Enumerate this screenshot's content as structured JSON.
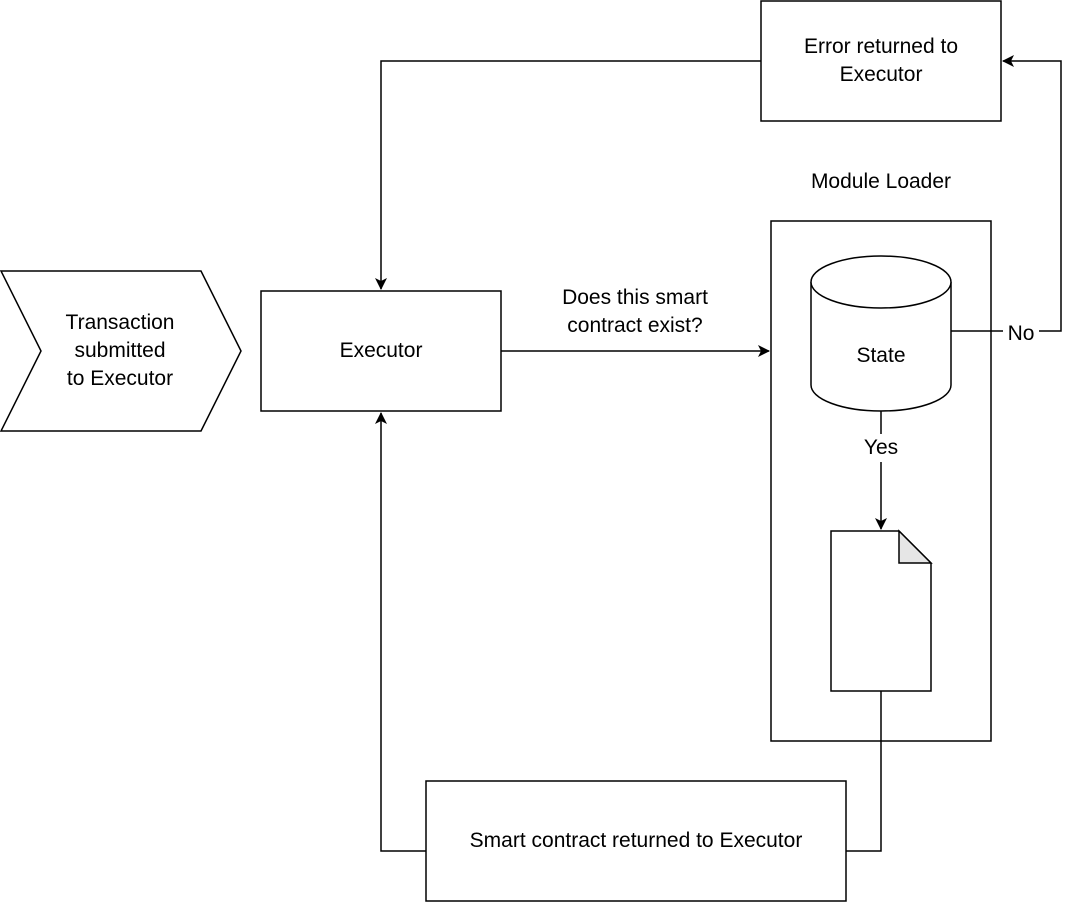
{
  "diagram": {
    "transaction": "Transaction\nsubmitted\nto Executor",
    "executor": "Executor",
    "question": "Does this smart\ncontract exist?",
    "module_loader": "Module Loader",
    "state": "State",
    "yes": "Yes",
    "no": "No",
    "error": "Error returned to\nExecutor",
    "smart_contract": "Smart contract returned to Executor"
  }
}
